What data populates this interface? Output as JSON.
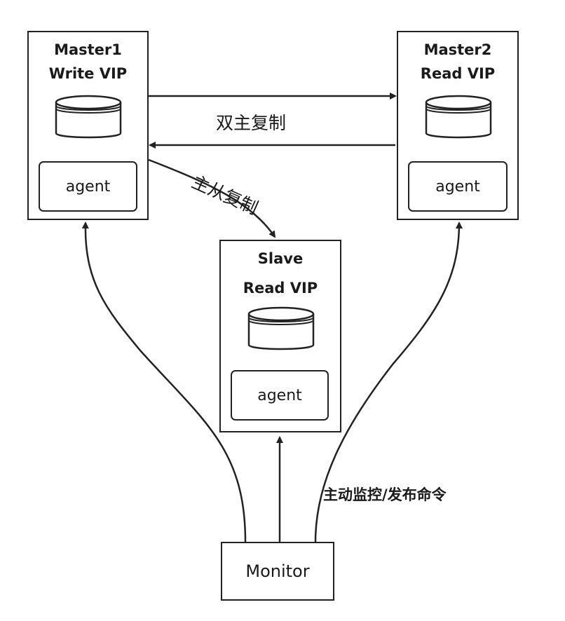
{
  "nodes": {
    "master1": {
      "name": "Master1",
      "vip": "Write VIP",
      "agent": "agent"
    },
    "master2": {
      "name": "Master2",
      "vip": "Read VIP",
      "agent": "agent"
    },
    "slave": {
      "name": "Slave",
      "vip": "Read VIP",
      "agent": "agent"
    },
    "monitor": {
      "name": "Monitor"
    }
  },
  "edges": {
    "dual_master": "双主复制",
    "master_slave": "主从复制",
    "monitor_control": "主动监控/发布命令"
  },
  "icons": {
    "database": "database-icon"
  },
  "colors": {
    "stroke": "#222222",
    "background": "#ffffff"
  }
}
